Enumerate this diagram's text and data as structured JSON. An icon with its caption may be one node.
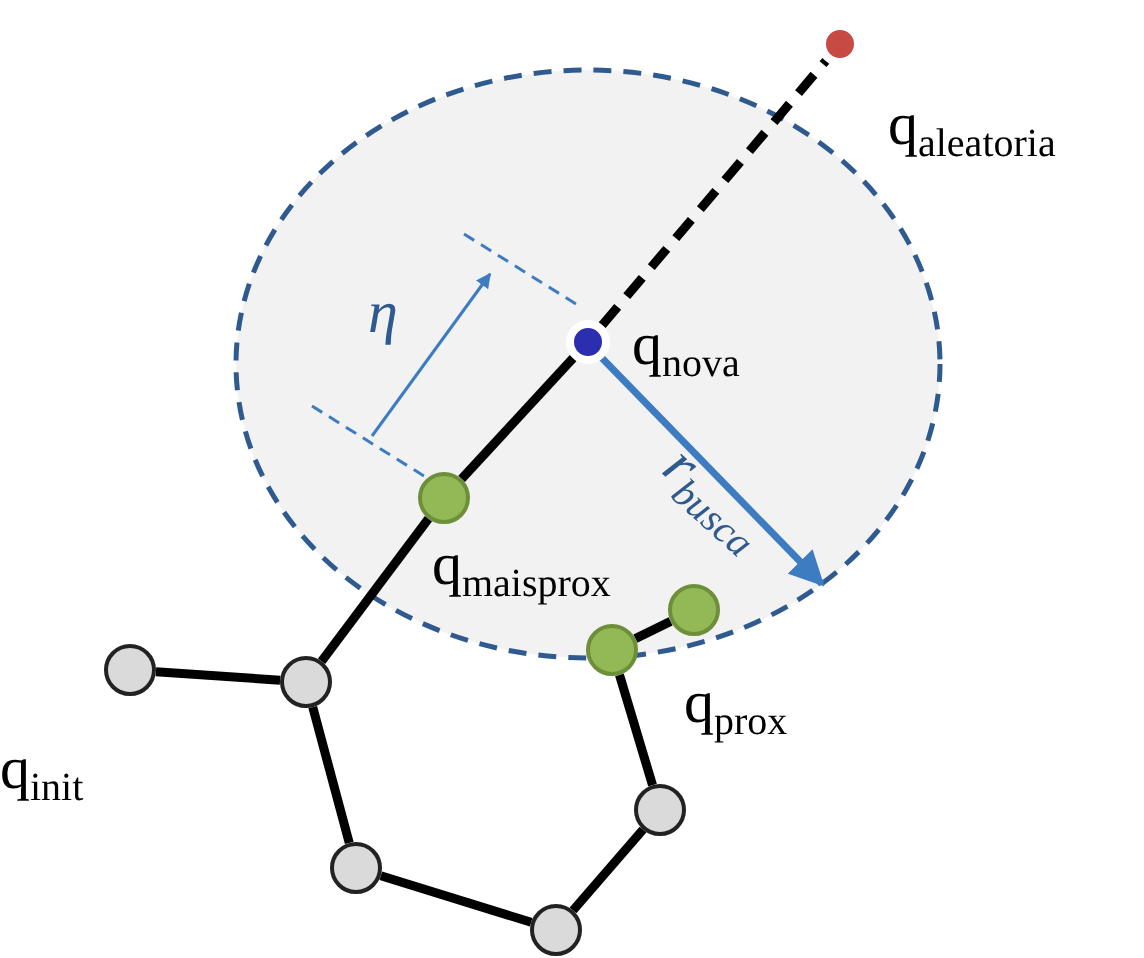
{
  "diagram": {
    "nodes": [
      {
        "text": [],
        "shape": "circle",
        "beside": [
          "q$_{init}$"
        ]
      },
      {
        "text": [],
        "shape": "circle"
      },
      {
        "text": [],
        "shape": "circle",
        "beside": [
          "q$_{maisprox}$"
        ]
      },
      {
        "text": [],
        "shape": "circle",
        "beside": [
          "q$_{nova}$"
        ]
      },
      {
        "text": [],
        "shape": "circle",
        "beside": [
          "q$_{aleatoria}$"
        ]
      },
      {
        "text": [],
        "shape": "circle"
      },
      {
        "text": [],
        "shape": "circle"
      },
      {
        "text": [],
        "shape": "circle"
      },
      {
        "text": [],
        "shape": "circle",
        "beside": [
          "q$_{prox}$"
        ]
      },
      {
        "text": [],
        "shape": "circle"
      }
    ],
    "edges": [
      {
        "from": 0,
        "to": 1,
        "arrow": "none"
      },
      {
        "from": 1,
        "to": 2,
        "arrow": "none"
      },
      {
        "from": 2,
        "to": 3,
        "arrow": "none"
      },
      {
        "from": 3,
        "to": 4,
        "arrow": "none",
        "style": "dashed"
      },
      {
        "from": 1,
        "to": 5,
        "arrow": "none"
      },
      {
        "from": 5,
        "to": 6,
        "arrow": "none"
      },
      {
        "from": 6,
        "to": 7,
        "arrow": "none"
      },
      {
        "from": 7,
        "to": 8,
        "arrow": "none"
      },
      {
        "from": 8,
        "to": 9,
        "arrow": "none"
      }
    ],
    "labels": [
      "η",
      "r$_{busca}$"
    ]
  }
}
